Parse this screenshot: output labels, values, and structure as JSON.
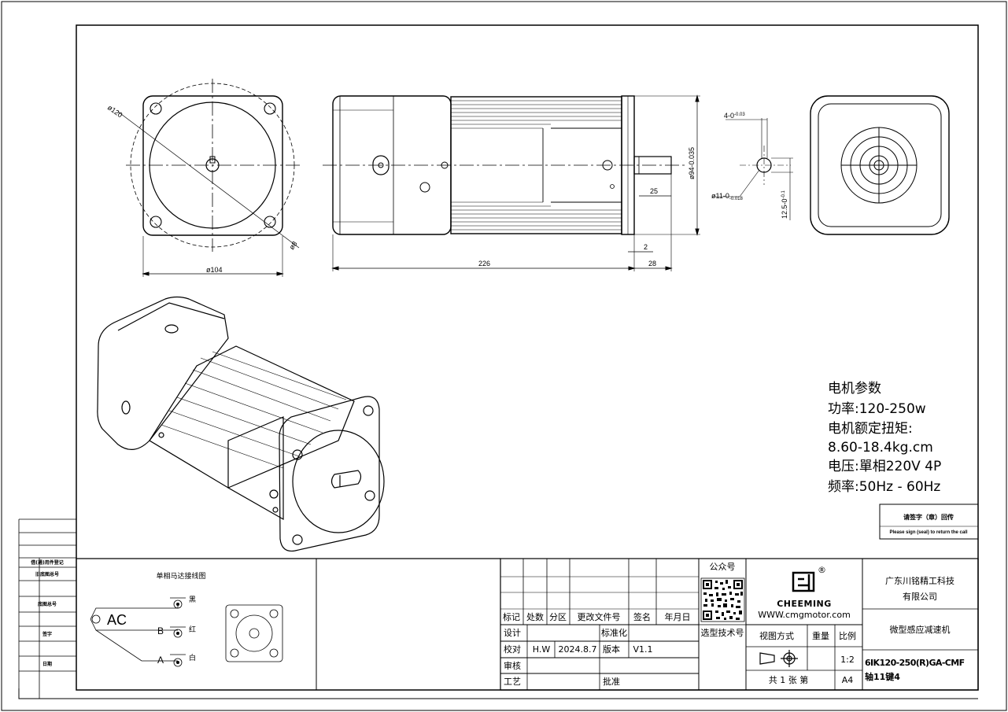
{
  "front_view": {
    "dia_120": "ø120",
    "dia_104": "ø104",
    "bolt": "ø8"
  },
  "side_view": {
    "len_226": "226",
    "len_28": "28",
    "len_25": "25",
    "len_2": "2",
    "dia_94": "ø94-0.035"
  },
  "shaft_view": {
    "key": "4-0",
    "key_tol": "-0.03",
    "shaft": "ø11-0",
    "shaft_tol": "-0.018",
    "height": "12.5-0",
    "height_tol": "-0.1"
  },
  "params": {
    "title": "电机参数",
    "power": "功率:120-250w",
    "torque_label": "电机额定扭矩:",
    "torque_value": "8.60-18.4kg.cm",
    "voltage": "电压:單相220V 4P",
    "frequency": "频率:50Hz - 60Hz"
  },
  "return_box": {
    "cn": "请签字（章）回传",
    "en": "Please sign (seal) to return the call"
  },
  "left_strip": {
    "r1": "借(通)用件登记",
    "r2": "旧底图总号",
    "r3": "底图总号",
    "r4": "签字",
    "r5": "日期"
  },
  "wiring": {
    "title": "单相马达接线图",
    "ac": "AC",
    "b": "B",
    "a": "A",
    "black": "黑",
    "red": "红",
    "white": "白"
  },
  "title_block": {
    "qr_label": "公众号",
    "brand": "CHEEMING",
    "website": "WWW.cmgmotor.com",
    "company_line1": "广东川铭精工科技",
    "company_line2": "有限公司",
    "product_name": "微型感应减速机",
    "part_line1": "6IK120-250(R)GA-CMF",
    "part_line2": "轴11键4",
    "col_mark": "标记",
    "col_count": "处数",
    "col_zone": "分区",
    "col_doc": "更改文件号",
    "col_sign": "签名",
    "col_date": "年月日",
    "design": "设计",
    "standard": "标准化",
    "check": "校对",
    "checker": "H.W",
    "check_date": "2024.8.7",
    "version_label": "版本",
    "version": "V1.1",
    "review": "审核",
    "process": "工艺",
    "approve": "批准",
    "selection": "选型技术号",
    "view_method": "视图方式",
    "weight": "重量",
    "scale_label": "比例",
    "scale": "1:2",
    "total": "共 1  张  第",
    "size": "A4"
  }
}
